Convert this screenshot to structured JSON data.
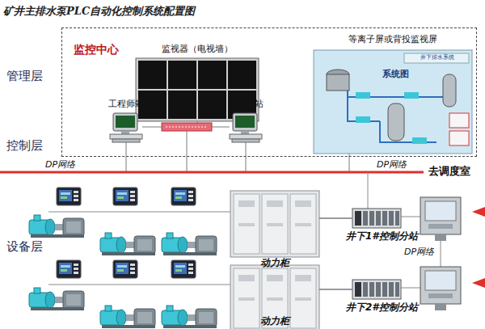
{
  "diagram": {
    "title": "矿井主排水泵PLC自动化控制系统配置图",
    "nodes": [
      {
        "text": [
          "监控中心"
        ]
      },
      {
        "text": [
          "监视器（电视墙）"
        ],
        "in": 0
      },
      {
        "text": [
          "工程师站"
        ],
        "in": 0
      },
      {
        "text": [
          "操作员站"
        ],
        "in": 0
      },
      {
        "text": [
          "等离子屏或背投监视屏",
          "井下排水系统",
          "系统图"
        ],
        "in": 0
      },
      {
        "text": [
          "动力柜"
        ]
      },
      {
        "text": [
          "动力柜"
        ]
      },
      {
        "text": [
          "井下1#控制分站"
        ]
      },
      {
        "text": [
          "井下2#控制分站"
        ]
      }
    ],
    "edges": [
      {
        "from": 5,
        "to": 7,
        "arrow": "none"
      },
      {
        "from": 6,
        "to": 8,
        "arrow": "none"
      }
    ],
    "labels": [
      "管理层",
      "控制层",
      "设备层",
      "DP网络",
      "DP网络",
      "去调度室",
      "DP网络"
    ]
  }
}
